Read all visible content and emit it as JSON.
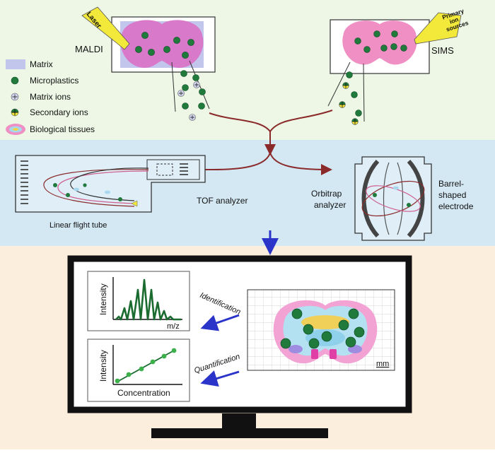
{
  "colors": {
    "band_top": "#eef7e6",
    "band_mid": "#d4e8f3",
    "band_bottom": "#fbeedd",
    "tissue": "#d879c9",
    "tissue_sims": "#f08fc4",
    "matrix": "#c3c6ec",
    "particle": "#1f7a3c",
    "arrow_red": "#8a2a2a",
    "arrow_blue": "#2a34c8",
    "callout": "#f3e93a"
  },
  "labels": {
    "maldi": "MALDI",
    "sims": "SIMS",
    "laser": "Laser",
    "primary_ion_sources": [
      "Primary",
      "ion",
      "sources"
    ],
    "tof_analyzer": "TOF analyzer",
    "orbitrap_analyzer": [
      "Orbitrap",
      "analyzer"
    ],
    "linear_flight_tube": "Linear flight tube",
    "barrel_shaped_electrode": [
      "Barrel-",
      "shaped",
      "electrode"
    ],
    "identification": "Identification",
    "quantification": "Quantification",
    "mm": "mm"
  },
  "legend": [
    {
      "name": "legend-matrix",
      "icon": "matrix-swatch",
      "label": "Matrix"
    },
    {
      "name": "legend-microplastics",
      "icon": "green-dot",
      "label": "Microplastics"
    },
    {
      "name": "legend-matrix-ions",
      "icon": "cross-dot",
      "label": "Matrix ions"
    },
    {
      "name": "legend-secondary-ions",
      "icon": "split-dot",
      "label": "Secondary ions"
    },
    {
      "name": "legend-biological-tissues",
      "icon": "tissue-icon",
      "label": "Biological tissues"
    }
  ],
  "spectrum_panel": {
    "ylabel": "Intensity",
    "xlabel": "m/z"
  },
  "calibration_panel": {
    "ylabel": "Intensity",
    "xlabel": "Concentration"
  }
}
